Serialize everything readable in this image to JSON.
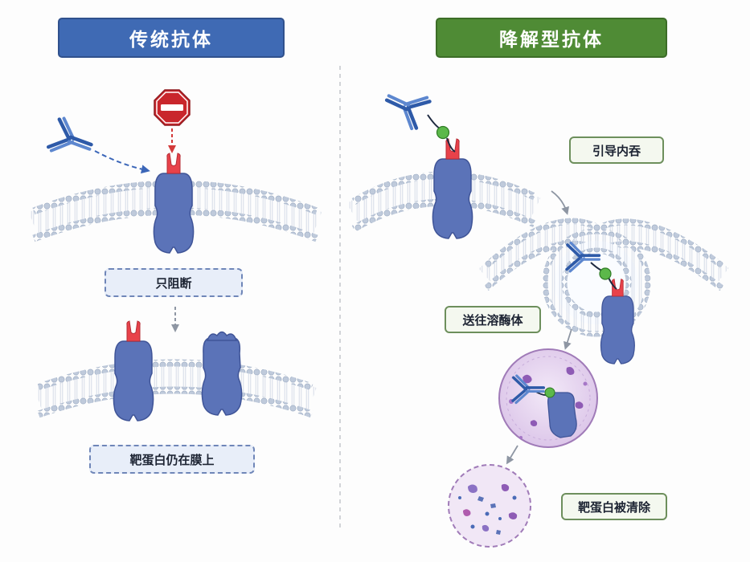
{
  "titles": {
    "left": "传统抗体",
    "right": "降解型抗体"
  },
  "labels": {
    "block_only": "只阻断",
    "remains_on_membrane": "靶蛋白仍在膜上",
    "induce_endocytosis": "引导内吞",
    "send_to_lysosome": "送往溶酶体",
    "target_cleared": "靶蛋白被清除"
  },
  "icons": [
    "antibody-icon",
    "no-entry-icon",
    "receptor-icon",
    "lysosome-icon",
    "membrane-bilayer",
    "arrow-icon"
  ],
  "colors": {
    "left_title": "#3f6ab4",
    "right_title": "#4f8b35",
    "receptor": "#5b73b8",
    "binding_site": "#e8424a",
    "antibody": "#2e5aa8",
    "linker": "#5cb84a",
    "stop_sign": "#c9262c",
    "lysosome": "#b58ccd",
    "membrane_head": "#b9c6d8"
  }
}
